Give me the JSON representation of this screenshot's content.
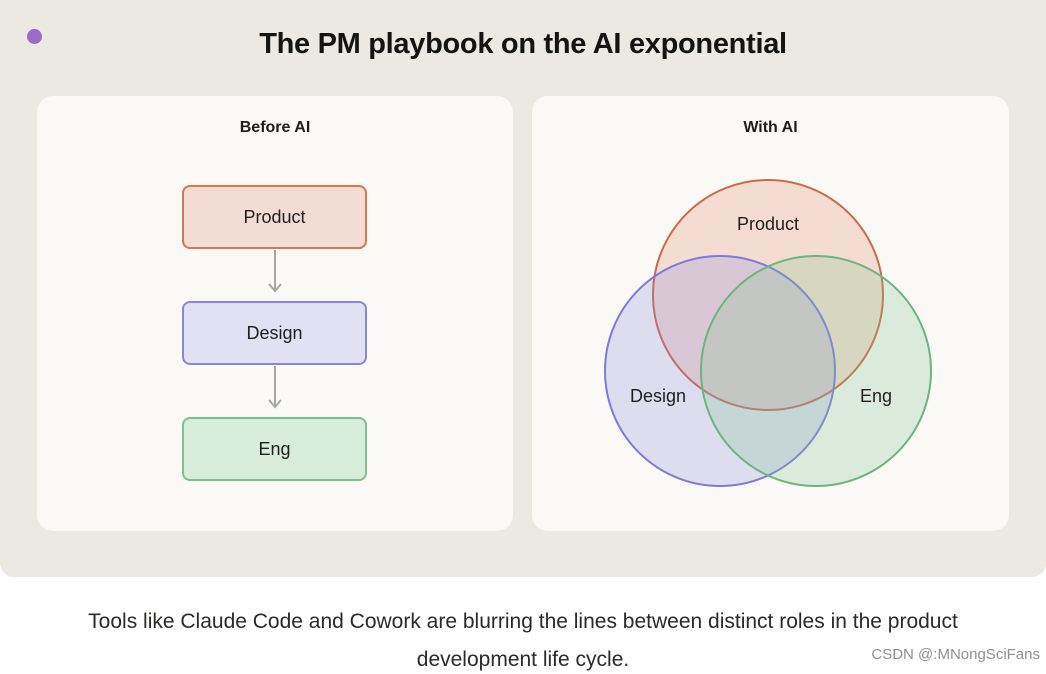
{
  "figure": {
    "title": "The PM playbook on the AI exponential",
    "accent_dot_color": "#9a6cc9"
  },
  "before_panel": {
    "title": "Before AI",
    "steps": [
      {
        "label": "Product",
        "fill": "#f2dcd3",
        "stroke": "#d9764f"
      },
      {
        "label": "Design",
        "fill": "#e2e0f3",
        "stroke": "#8a86df"
      },
      {
        "label": "Eng",
        "fill": "#d7ecd9",
        "stroke": "#7ec08b"
      }
    ],
    "arrow_icon": "arrow-down-icon"
  },
  "with_panel": {
    "title": "With AI",
    "circles": [
      {
        "label": "Product",
        "fill": "#e8866a",
        "stroke": "#cd6a4c"
      },
      {
        "label": "Design",
        "fill": "#8c87e0",
        "stroke": "#7f7ad8"
      },
      {
        "label": "Eng",
        "fill": "#7fc58e",
        "stroke": "#6fb37e"
      }
    ]
  },
  "caption": {
    "line1": "Tools like Claude Code and Cowork are blurring the lines between distinct roles in the product",
    "line2": "development life cycle."
  },
  "watermark": "CSDN @:MNongSciFans"
}
